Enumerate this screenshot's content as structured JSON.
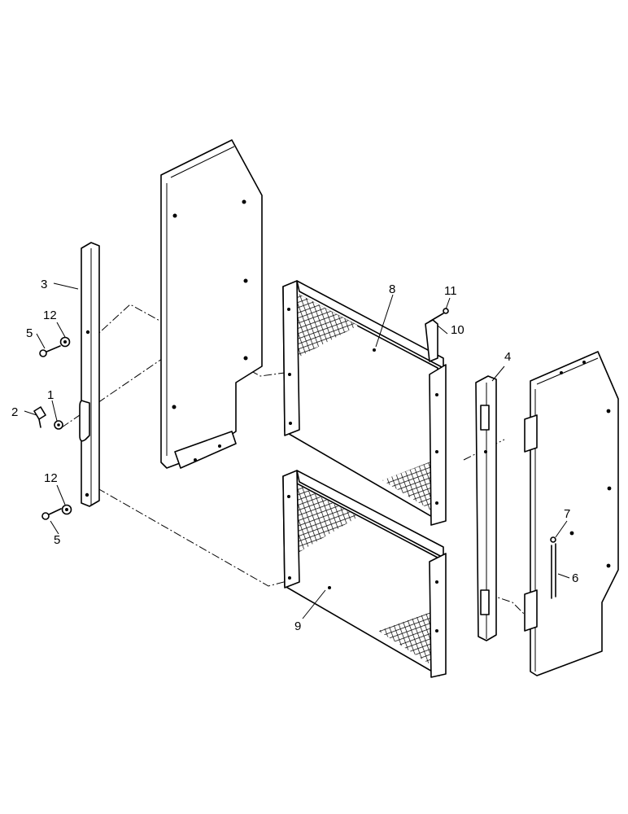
{
  "diagram": {
    "callouts": [
      {
        "id": "c1",
        "text": "1"
      },
      {
        "id": "c2",
        "text": "2"
      },
      {
        "id": "c3",
        "text": "3"
      },
      {
        "id": "c4",
        "text": "4"
      },
      {
        "id": "c5a",
        "text": "5"
      },
      {
        "id": "c5b",
        "text": "5"
      },
      {
        "id": "c6",
        "text": "6"
      },
      {
        "id": "c7",
        "text": "7"
      },
      {
        "id": "c8",
        "text": "8"
      },
      {
        "id": "c9",
        "text": "9"
      },
      {
        "id": "c10",
        "text": "10"
      },
      {
        "id": "c11",
        "text": "11"
      },
      {
        "id": "c12a",
        "text": "12"
      },
      {
        "id": "c12b",
        "text": "12"
      }
    ],
    "colors": {
      "ink": "#000000",
      "paper": "#ffffff"
    }
  }
}
